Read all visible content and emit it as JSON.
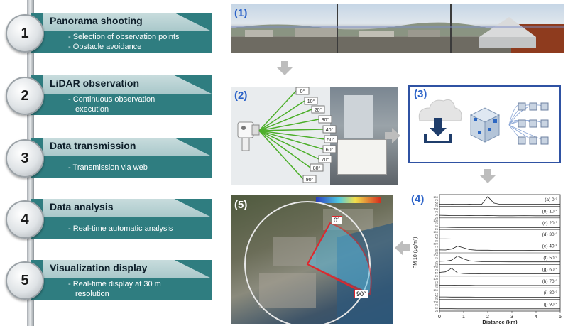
{
  "steps": [
    {
      "number": "1",
      "title": "Panorama shooting",
      "lines": [
        "- Selection of observation points",
        "- Obstacle avoidance"
      ]
    },
    {
      "number": "2",
      "title": "LiDAR observation",
      "lines": [
        "- Continuous observation",
        "execution"
      ]
    },
    {
      "number": "3",
      "title": "Data transmission",
      "lines": [
        "- Transmission via web"
      ]
    },
    {
      "number": "4",
      "title": "Data analysis",
      "lines": [
        "- Real-time automatic analysis"
      ]
    },
    {
      "number": "5",
      "title": "Visualization display",
      "lines": [
        "- Real-time display at 30 m",
        "resolution"
      ]
    }
  ],
  "panels": {
    "p1": "(1)",
    "p2": "(2)",
    "p3": "(3)",
    "p4": "(4)",
    "p5": "(5)"
  },
  "lidar_angles": [
    "0°",
    "10°",
    "20°",
    "30°",
    "40°",
    "50°",
    "60°",
    "70°",
    "80°",
    "90°"
  ],
  "map": {
    "start_angle": "0°",
    "end_angle": "90°"
  },
  "chart_data": {
    "type": "line",
    "title": "",
    "xlabel": "Distance (km)",
    "ylabel": "PM 10 (μg/m³)",
    "xlim": [
      0,
      5
    ],
    "x_ticks": [
      "0",
      "1",
      "2",
      "3",
      "4",
      "5"
    ],
    "y_tick_labels": [
      "100",
      "75",
      "50",
      "25"
    ],
    "panel_labels": [
      "(a) 0 °",
      "(b) 10 °",
      "(c) 20 °",
      "(d) 30 °",
      "(e) 40 °",
      "(f) 50 °",
      "(g) 60 °",
      "(h) 70 °",
      "(i) 80 °",
      "(j) 90 °"
    ],
    "x": [
      0,
      0.25,
      0.5,
      0.75,
      1,
      1.25,
      1.5,
      1.75,
      2,
      2.25,
      2.5,
      3,
      3.5,
      4,
      4.5,
      5
    ],
    "series": [
      {
        "values": [
          30,
          30,
          31,
          30,
          30,
          31,
          30,
          30,
          95,
          40,
          30,
          30,
          30,
          30,
          30,
          30
        ]
      },
      {
        "values": [
          35,
          34,
          33,
          33,
          32,
          33,
          32,
          32,
          33,
          32,
          31,
          31,
          32,
          31,
          31,
          31
        ]
      },
      {
        "values": [
          32,
          32,
          31,
          30,
          31,
          30,
          30,
          31,
          30,
          30,
          30,
          31,
          30,
          30,
          30,
          30
        ]
      },
      {
        "values": [
          33,
          33,
          32,
          32,
          32,
          31,
          31,
          31,
          31,
          31,
          31,
          31,
          31,
          31,
          31,
          31
        ]
      },
      {
        "values": [
          38,
          37,
          45,
          70,
          55,
          40,
          36,
          35,
          35,
          34,
          34,
          34,
          34,
          33,
          33,
          33
        ]
      },
      {
        "values": [
          40,
          42,
          50,
          85,
          60,
          45,
          40,
          38,
          37,
          36,
          36,
          35,
          35,
          35,
          35,
          35
        ]
      },
      {
        "values": [
          45,
          50,
          80,
          40,
          35,
          34,
          34,
          33,
          33,
          33,
          33,
          33,
          33,
          32,
          32,
          32
        ]
      },
      {
        "values": [
          36,
          36,
          35,
          34,
          34,
          34,
          33,
          33,
          33,
          33,
          33,
          33,
          33,
          33,
          33,
          33
        ]
      },
      {
        "values": [
          34,
          34,
          33,
          33,
          33,
          33,
          32,
          32,
          32,
          32,
          32,
          32,
          32,
          32,
          32,
          32
        ]
      },
      {
        "values": [
          33,
          33,
          33,
          32,
          32,
          32,
          32,
          32,
          32,
          32,
          32,
          32,
          32,
          32,
          32,
          32
        ]
      }
    ]
  }
}
